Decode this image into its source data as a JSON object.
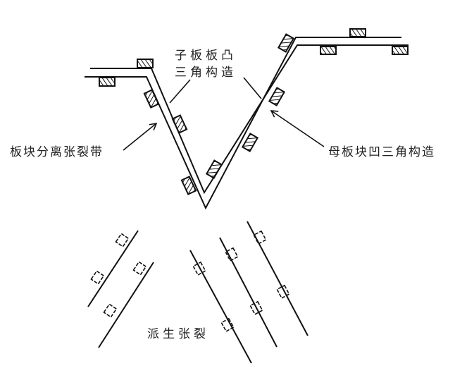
{
  "labels": {
    "sub_plate_top": "子板板凸",
    "sub_plate_bottom": "三角构造",
    "rift_zone": "板块分离张裂带",
    "mother_plate": "母板块凹三角构造",
    "derived_rift": "派生张裂"
  },
  "colors": {
    "line": "#111111",
    "text": "#222222"
  }
}
